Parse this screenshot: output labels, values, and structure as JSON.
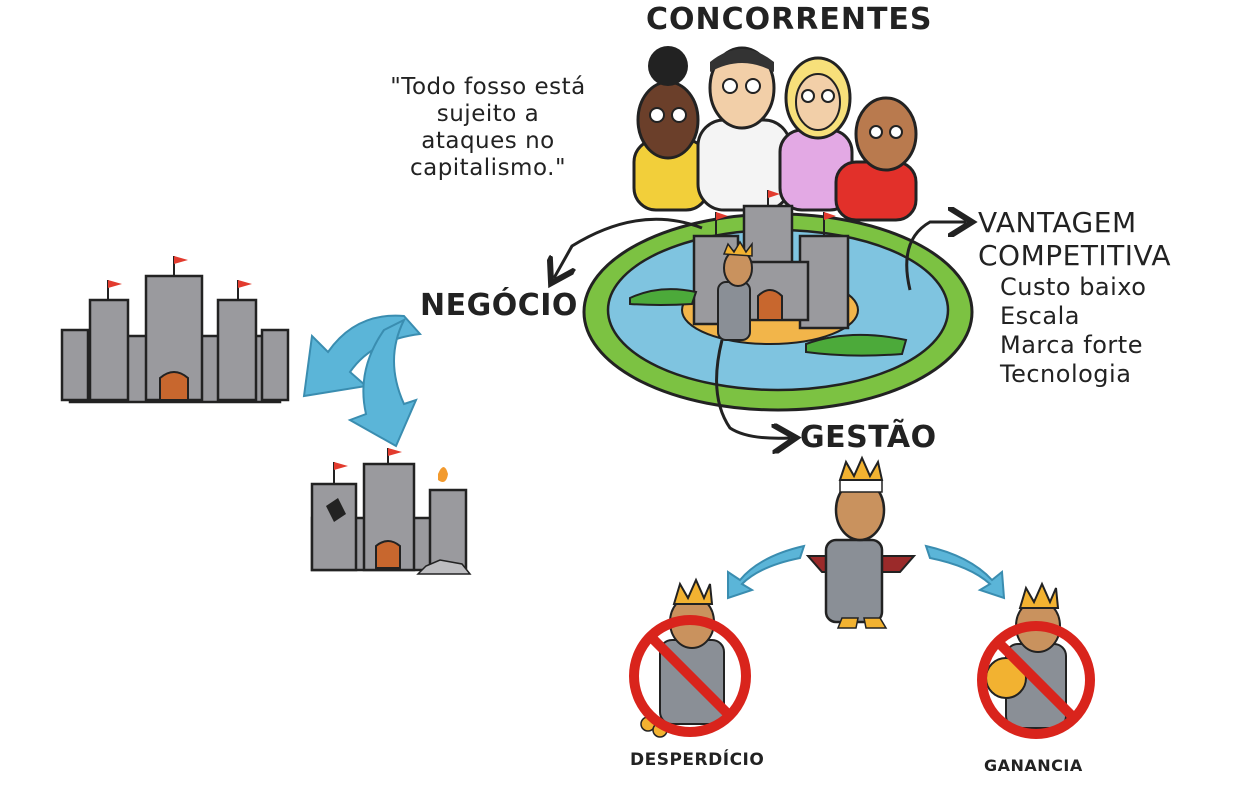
{
  "title": "CONCORRENTES",
  "quote": "\"Todo fosso está sujeito a ataques no capitalismo.\"",
  "business_label": "NEGÓCIO",
  "management_label": "GESTÃO",
  "advantage": {
    "heading": "VANTAGEM COMPETITIVA",
    "items": [
      "Custo baixo",
      "Escala",
      "Marca forte",
      "Tecnologia"
    ]
  },
  "waste_label": "DESPERDÍCIO",
  "greed_label": "GANANCIA",
  "colors": {
    "arrow_blue": "#5bb5d8",
    "moat_green": "#7cc242",
    "water": "#7fc4e0",
    "castle_gray": "#9a9a9e",
    "flag_red": "#e23b2e",
    "no_sign_red": "#d9241c"
  }
}
